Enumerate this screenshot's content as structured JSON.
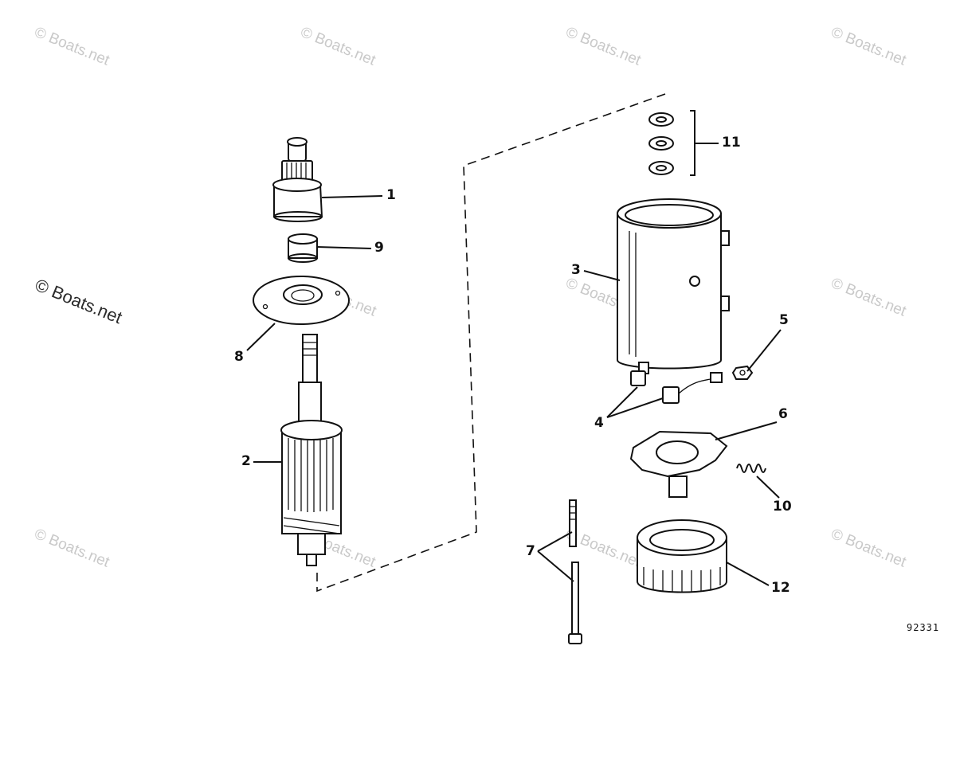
{
  "watermark": "© Boats.net",
  "figure_number": "92331",
  "callouts": {
    "c1": "1",
    "c2": "2",
    "c3": "3",
    "c4": "4",
    "c5": "5",
    "c6": "6",
    "c7": "7",
    "c8": "8",
    "c9": "9",
    "c10": "10",
    "c11": "11",
    "c12": "12"
  },
  "parts": [
    {
      "id": 1,
      "name": "drive-pinion"
    },
    {
      "id": 2,
      "name": "armature"
    },
    {
      "id": 3,
      "name": "frame-housing"
    },
    {
      "id": 4,
      "name": "brushes"
    },
    {
      "id": 5,
      "name": "nut"
    },
    {
      "id": 6,
      "name": "brush-plate"
    },
    {
      "id": 7,
      "name": "through-bolts"
    },
    {
      "id": 8,
      "name": "end-plate"
    },
    {
      "id": 9,
      "name": "spacer"
    },
    {
      "id": 10,
      "name": "brush-spring"
    },
    {
      "id": 11,
      "name": "washers"
    },
    {
      "id": 12,
      "name": "end-cap"
    }
  ]
}
